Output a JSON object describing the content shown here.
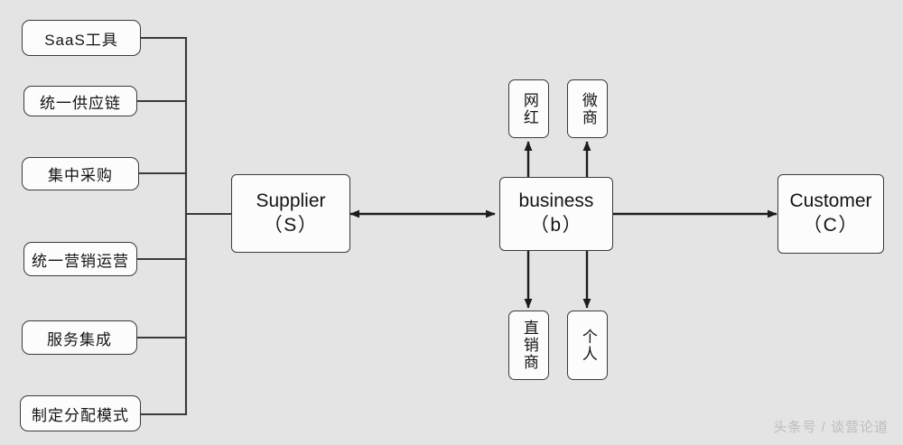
{
  "diagram": {
    "background_color": "#e4e4e4",
    "line_color": "#3a3a3a",
    "box_fill": "#fcfcfc",
    "left_branch": {
      "items": [
        {
          "label": "SaaS工具"
        },
        {
          "label": "统一供应链"
        },
        {
          "label": "集中采购"
        },
        {
          "label": "统一营销运营"
        },
        {
          "label": "服务集成"
        },
        {
          "label": "制定分配模式"
        }
      ]
    },
    "main_nodes": [
      {
        "id": "supplier",
        "line1": "Supplier",
        "line2": "（S）"
      },
      {
        "id": "business",
        "line1": "business",
        "line2": "（b）"
      },
      {
        "id": "customer",
        "line1": "Customer",
        "line2": "（C）"
      }
    ],
    "channel_nodes_top": [
      {
        "id": "wanghong",
        "label": "网红"
      },
      {
        "id": "weishang",
        "label": "微商"
      }
    ],
    "channel_nodes_bottom": [
      {
        "id": "zhixiaoshang",
        "label": "直销商"
      },
      {
        "id": "geren",
        "label": "个人"
      }
    ],
    "connectors": [
      {
        "from": "supplier",
        "to": "business",
        "type": "bidirectional"
      },
      {
        "from": "business",
        "to": "customer",
        "type": "arrow"
      },
      {
        "from": "business",
        "to": "wanghong",
        "type": "arrow"
      },
      {
        "from": "business",
        "to": "weishang",
        "type": "arrow"
      },
      {
        "from": "business",
        "to": "zhixiaoshang",
        "type": "arrow"
      },
      {
        "from": "business",
        "to": "geren",
        "type": "arrow"
      }
    ],
    "watermark": "头条号 / 谈营论道"
  }
}
